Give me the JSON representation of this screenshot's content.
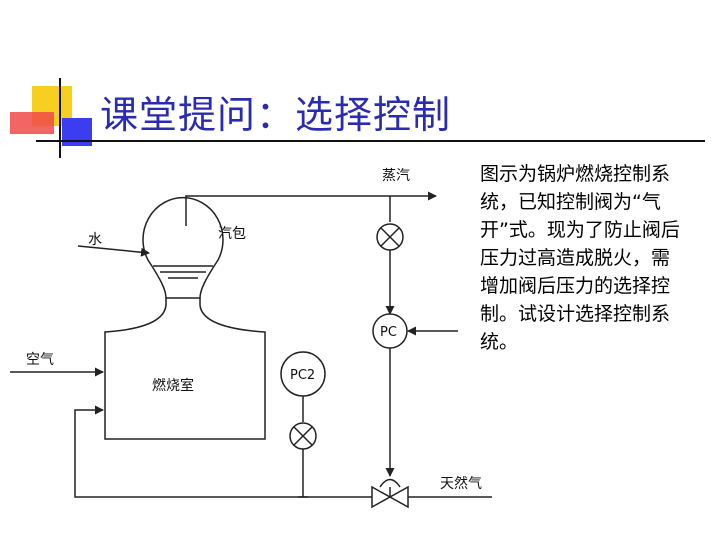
{
  "slide": {
    "title": "课堂提问：选择控制",
    "description": "图示为锅炉燃烧控制系统，已知控制阀为“气开”式。现为了防止阀后压力过高造成脱火，需增加阀后压力的选择控制。试设计选择控制系统。"
  },
  "diagram": {
    "labels": {
      "steam": "蒸汽",
      "water": "水",
      "drum": "汽包",
      "air": "空气",
      "furnace": "燃烧室",
      "fuel": "天然气",
      "pc": "PC",
      "pc2": "PC2"
    }
  },
  "colors": {
    "title": "#2b2bb0",
    "deco_yellow": "#f5d020",
    "deco_red": "#f04a4a",
    "deco_blue": "#3c3cf0",
    "line": "#222222"
  }
}
